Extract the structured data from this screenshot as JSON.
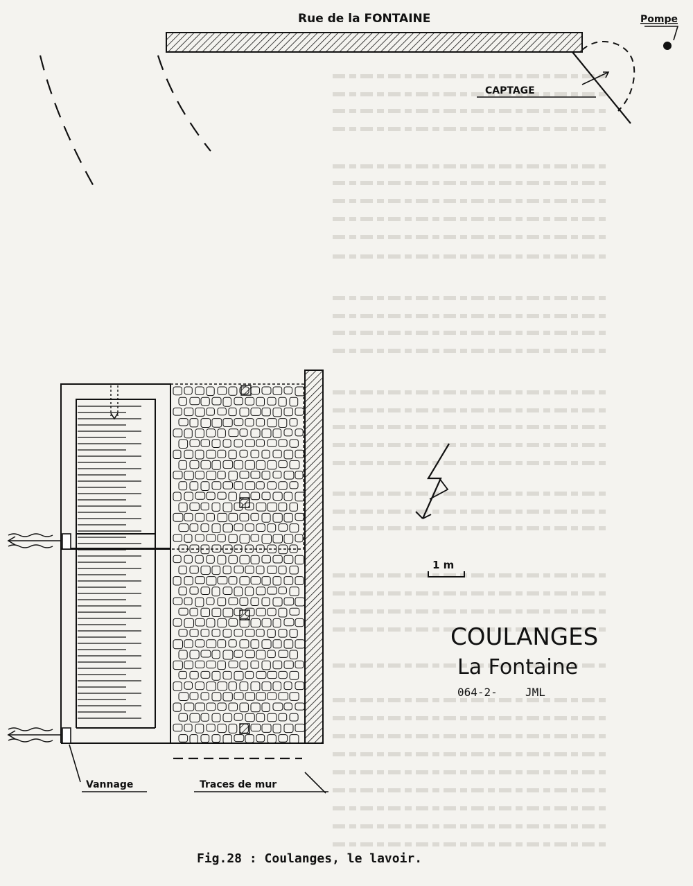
{
  "labels": {
    "street": "Rue de la FONTAINE",
    "pump": "Pompe",
    "captage": "CAPTAGE",
    "scale": "1 m",
    "vannage": "Vannage",
    "traces": "Traces de mur"
  },
  "site": {
    "name": "COULANGES",
    "subtitle": "La Fontaine",
    "code": "064-2-",
    "author": "JML"
  },
  "caption": "Fig.28 : Coulanges, le lavoir.",
  "colors": {
    "ink": "#111111",
    "paper": "#f4f3ef"
  }
}
